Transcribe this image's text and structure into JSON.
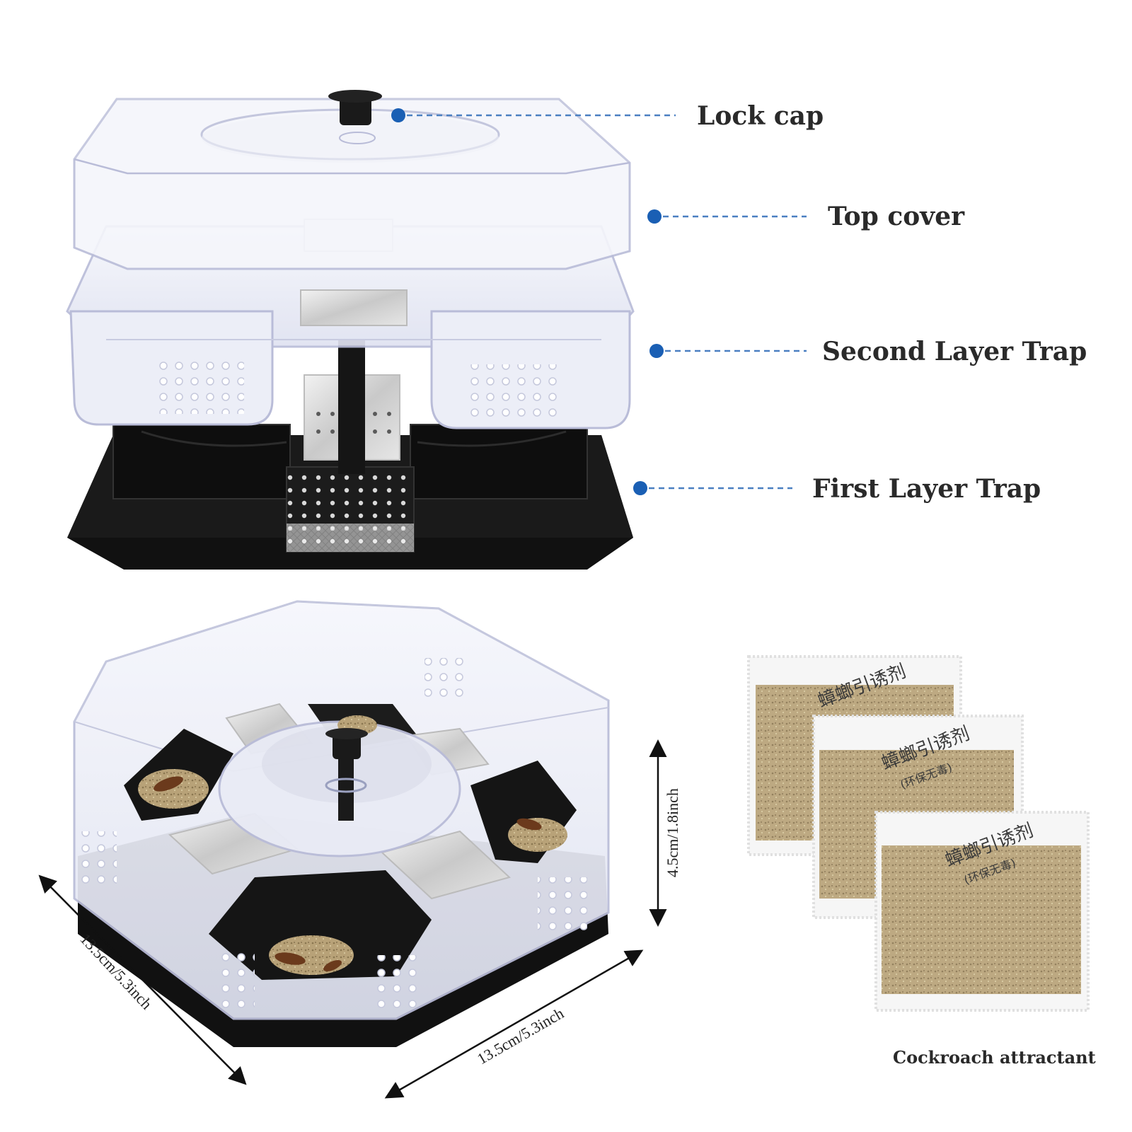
{
  "callouts": {
    "lock_cap": "Lock cap",
    "top_cover": "Top cover",
    "second_layer": "Second Layer Trap",
    "first_layer": "First Layer Trap"
  },
  "dimensions": {
    "height": "4.5cm/1.8inch",
    "width_left": "13.5cm/5.3inch",
    "width_right": "13.5cm/5.3inch"
  },
  "attractant": {
    "caption": "Cockroach attractant",
    "packet_text": "蟑螂引诱剂",
    "packet_subtext": "(环保无毒)"
  },
  "colors": {
    "callout_dot": "#1a5fb4",
    "callout_line": "#4a7fc1",
    "base_black": "#111111",
    "clear_plastic": "#e6e8f4",
    "plastic_edge": "#b9bcd8",
    "powder": "#b8a278"
  }
}
